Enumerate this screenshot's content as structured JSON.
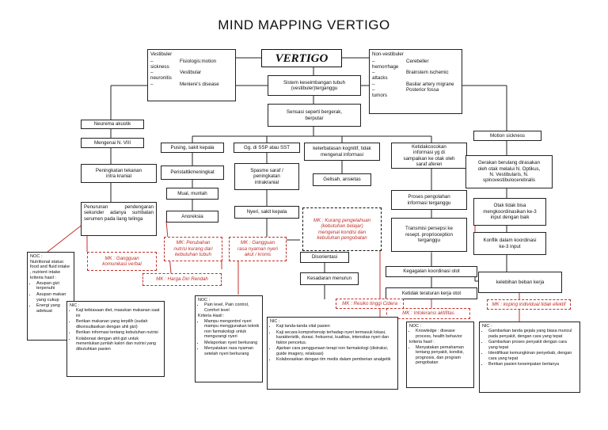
{
  "title": "MIND MAPPING VERTIGO",
  "center": "VERTIGO",
  "vestibuler": {
    "heading": "Vestibuler",
    "col1": "–\nsickness\n–\nneuronitis\n–",
    "col2": "Fisiologis:motion\n\nVestibular\n\nMeniere's disease"
  },
  "non_vestibuler": {
    "heading": "Non-vestibuler",
    "col1": "–\nhemorrhage\n–\nattacks\n–\n–\ntumors",
    "col2": "Cerebeller\n\nBrainstem     ischemic\n\nBasilar artery migrane\nPosterior           fossa"
  },
  "nodes": {
    "sistem": "Sistem keseimbangan tubuh\n(vestibuler)terganggu",
    "sensasi": "Sensasi seperti bergerak,\nberputar",
    "neurema": "Neurema akustik",
    "mengenai": "Mengenai N. VIII",
    "peningkatan_tekanan": "Peningkatan tekanan\nintra kranial",
    "penurunan_pendengaran": "Penurunan pendengaran sekunder adanya sumbatan serumen pada liang telinga",
    "pusing": "Pusing, sakit kepala",
    "peristaltik": "Peristaltikmeningkat",
    "mual": "Mual, muntah",
    "anoreksia": "Anoreksia",
    "gg_ssp": "Gg. di SSP atau SST",
    "spasme": "Spasme saraf /\npeningkatan\nintrakranial",
    "nyeri": "Nyeri, sakit kepala",
    "keterbatasan": "keterbatasan kognitif, tidak\nmengenal informasi",
    "gelisah": "Gelisah, ansietas",
    "disorientasi": "Disorientasi",
    "kesadaran": "Kesadaran menurun",
    "ketidakcocokan": "Ketidakcocokan\ninformasi yg di\nsampaikan ke otak oleh\nsaraf aferen",
    "proses": "Proses pengolahan\ninformasi terganggu",
    "transmisi": "Transmisi persepsi ke\nresept. proprioception\nterganggu",
    "kegagalan": "Kegagalan koordinasi otot",
    "ketidak_teraturan": "Ketidak teraturan kerja otot",
    "motion_sickness": "Motion sickness",
    "gerakan": "Gerakan berulang dirasakan\noleh otak melalui N. Optikus,\nN. Vestibularis, N.\nspinovestibulocerebralis",
    "otak_tidak": "Otak tidak bisa\nmengkoordinasikan ke-3\ninput dengan baik",
    "konflik": "Konflik dalam koordinasi\nke-3 input",
    "kelebihan": "kelebihan beban kerja"
  },
  "diagnoses": {
    "komunikasi": "MK : Gangguan\nkomunikasi verbal",
    "nutrisi": "MK: Perubahan\nnutrisi kurang dari\nkebutuhan tubuh",
    "harga_diri": "MK : Harga Diri Rendah",
    "nyaman": "MK : Gangguan\nrasa nyaman nyeri\nakut / kronis",
    "pengetahuan": "MK : Kurang pengetahuan\n(kebutuhan belajar)\nmengenai kondisi dan\nkebutuhan pengobatan",
    "cidera": "MK : Resiko tinggi Cidera",
    "intoleransi": "MK : Intoleransi aktifitas",
    "koping": "MK : koping individual tidak efektif"
  },
  "noc_left": {
    "heading": "NOC :",
    "body": "Nutritional status: food and fluid intake , nutrient intake\nkriteria hasil :",
    "items": [
      "Asupan gizi terpenuhi",
      "Asupan makan yang cukup",
      "Energi yang adekuat"
    ]
  },
  "nic_nutrisi": {
    "heading": "NIC :",
    "items": [
      "Kaji kebiasaan diet, masukan makanan saat ini",
      "Berikan makanan yang terpilih (sudah dikonsultasikan dengan ahli gizi)",
      "Berikan informasi tentang kebutuhan nutrisi",
      "Kolaborasi dengan ahli gizi untuk menentukan jumlah kalori dan nutrisi yang dibutuhkan pasien"
    ]
  },
  "noc_nyeri": {
    "heading": "NOC :",
    "items": [
      "Pain level, Pain control, Comfort level"
    ],
    "subheading": "Kriteria Hasil :",
    "items2": [
      "Mampu mengontrol nyeri mampu menggunakan teknik non farmakologi untuk mengurangi nyeri",
      "Melaporkan nyeri berkurang",
      "Menyatakan rasa nyaman setelah nyeri berkurang"
    ]
  },
  "nic_nyeri": {
    "heading": "NIC :",
    "items": [
      "Kaji tanda-tanda vital pasien",
      "Kaji secara komprehensip terhadap nyeri termasuk lokasi, karakteristik, durasi, frekuensi, kualitas, intensitas nyeri dan faktor pencetus.",
      "Ajarkan cara penggunaan terapi non farmakologi (distraksi, guide imagery, relaksasi)",
      "Kolaborasikan dengan tim medis dalam pemberian analgetik"
    ]
  },
  "noc_pengetahuan": {
    "heading": "NOC :",
    "items": [
      "Knowledge : disease process, health behavior"
    ],
    "subheading": "kriteria hasil :",
    "items2": [
      "Menyatakan pemahaman tentang penyakit, kondisi, prognosis, dan program pengobatan"
    ]
  },
  "nic_pengetahuan": {
    "heading": "NIC :",
    "items": [
      "Gambarkan tanda gejala yang biasa muncul pada penyakit, dengan cara yang tepat",
      "Gambarkan proses penyakit dengan cara yang tepat",
      "Identifikasi kemungkinan penyebab, dengan cara yang tepat",
      "Berikan pasien kesempatan bertanya"
    ]
  }
}
